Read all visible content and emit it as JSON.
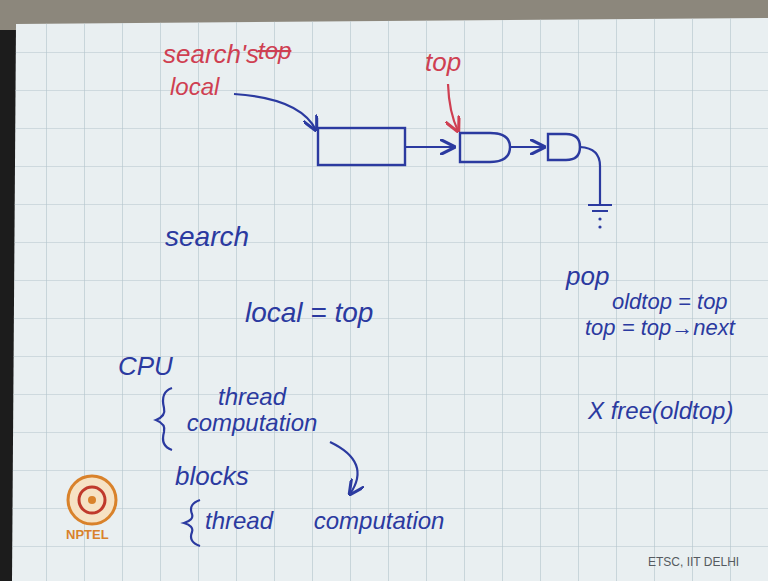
{
  "diagram": {
    "labels": [
      "search's",
      "top",
      "local",
      "top",
      "search",
      "local = top",
      "pop",
      "oldtop = top",
      "top = top→next",
      "X free(oldtop)",
      "CPU",
      "thread computation",
      "blocks",
      "thread computation",
      "NPTEL",
      "ETSC, IIT DELHI"
    ]
  }
}
